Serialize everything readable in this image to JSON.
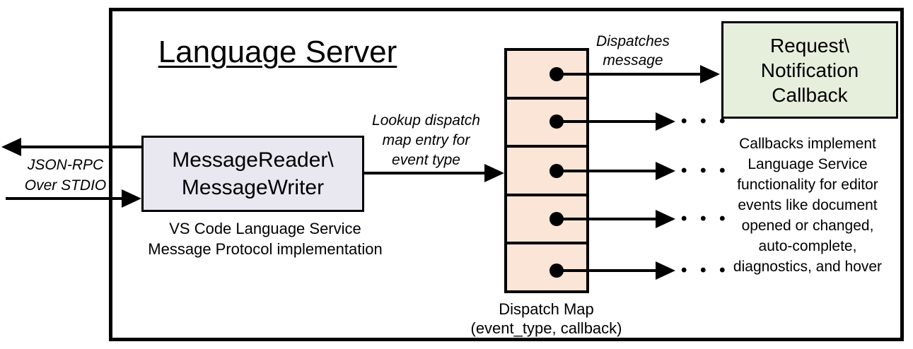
{
  "title": "Language Server",
  "left_io": {
    "line1": "JSON-RPC",
    "line2": "Over STDIO"
  },
  "message_box": {
    "line1": "MessageReader\\",
    "line2": "MessageWriter",
    "caption1": "VS Code Language Service",
    "caption2": "Message Protocol implementation"
  },
  "lookup_label": {
    "line1": "Lookup dispatch",
    "line2": "map entry for",
    "line3": "event type"
  },
  "dispatch_label": {
    "line1": "Dispatches",
    "line2": "message"
  },
  "callback_box": {
    "line1": "Request\\",
    "line2": "Notification",
    "line3": "Callback"
  },
  "callback_note": {
    "lines": [
      "Callbacks implement",
      "Language Service",
      "functionality for editor",
      "events like document",
      "opened or changed,",
      "auto-complete,",
      "diagnostics, and hover"
    ]
  },
  "dispatch_map": {
    "caption1": "Dispatch Map",
    "caption2": "(event_type, callback)",
    "cell_count": 5,
    "ellipsis": "• • •"
  },
  "colors": {
    "message_box_bg": "#e9e8f1",
    "dispatch_cell_bg": "#fbe5d6",
    "callback_box_bg": "#e6efdc",
    "line": "#000000",
    "background": "#ffffff"
  }
}
